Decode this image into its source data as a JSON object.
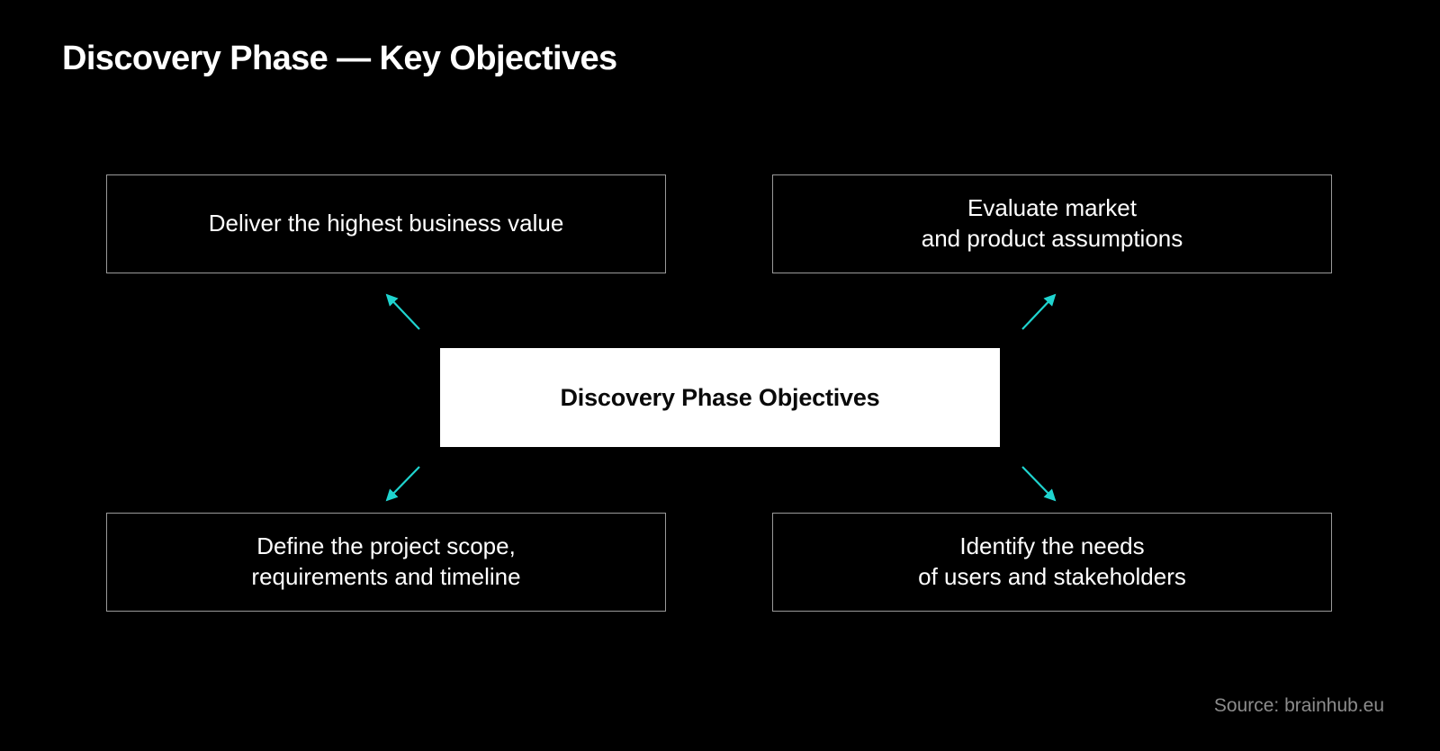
{
  "slide": {
    "title": "Discovery Phase — Key Objectives",
    "background_color": "#000000",
    "accent_color": "#1fd4cf",
    "text_color": "#ffffff",
    "box_border_color": "#9a9a9a"
  },
  "diagram": {
    "type": "hub-and-spoke",
    "center": {
      "label": "Discovery Phase Objectives",
      "background_color": "#ffffff",
      "text_color": "#0a0a0a"
    },
    "nodes": [
      {
        "id": "top-left",
        "label": "Deliver the highest business value",
        "position": "top-left"
      },
      {
        "id": "top-right",
        "label": "Evaluate market\nand product assumptions",
        "position": "top-right"
      },
      {
        "id": "bottom-left",
        "label": "Define the project scope,\nrequirements and timeline",
        "position": "bottom-left"
      },
      {
        "id": "bottom-right",
        "label": "Identify the needs\nof users and stakeholders",
        "position": "bottom-right"
      }
    ],
    "connectors": [
      {
        "from": "center",
        "to": "top-left",
        "direction": "up-left",
        "color": "#1fd4cf"
      },
      {
        "from": "center",
        "to": "top-right",
        "direction": "up-right",
        "color": "#1fd4cf"
      },
      {
        "from": "center",
        "to": "bottom-left",
        "direction": "down-left",
        "color": "#1fd4cf"
      },
      {
        "from": "center",
        "to": "bottom-right",
        "direction": "down-right",
        "color": "#1fd4cf"
      }
    ]
  },
  "footer": {
    "source": "Source: brainhub.eu"
  }
}
